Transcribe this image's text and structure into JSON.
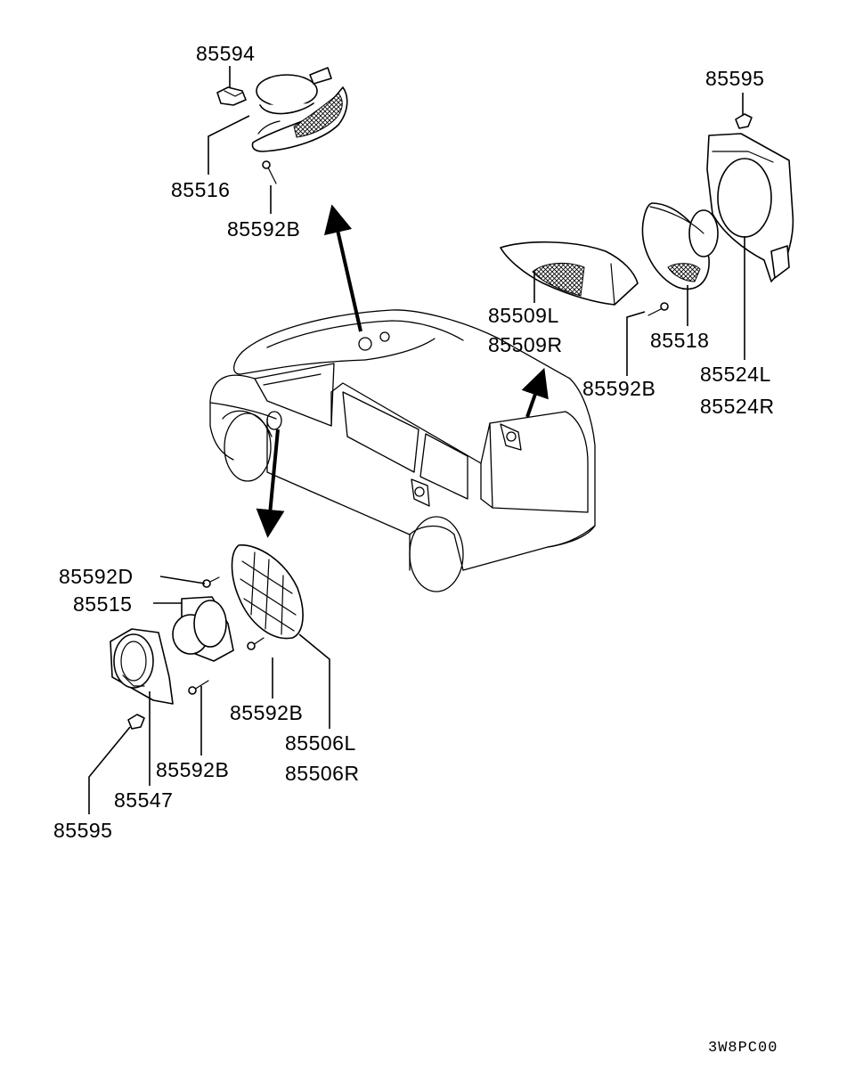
{
  "diagram": {
    "drawing_code": "3W8PC00",
    "callouts": {
      "p85594": "85594",
      "p85516": "85516",
      "p85592b_top": "85592B",
      "p85595_right": "85595",
      "p85509l": "85509L",
      "p85509r": "85509R",
      "p85518": "85518",
      "p85592b_right": "85592B",
      "p85524l": "85524L",
      "p85524r": "85524R",
      "p85592d": "85592D",
      "p85515": "85515",
      "p85592b_mid": "85592B",
      "p85506l": "85506L",
      "p85506r": "85506R",
      "p85592b_low": "85592B",
      "p85547": "85547",
      "p85595_left": "85595"
    }
  }
}
